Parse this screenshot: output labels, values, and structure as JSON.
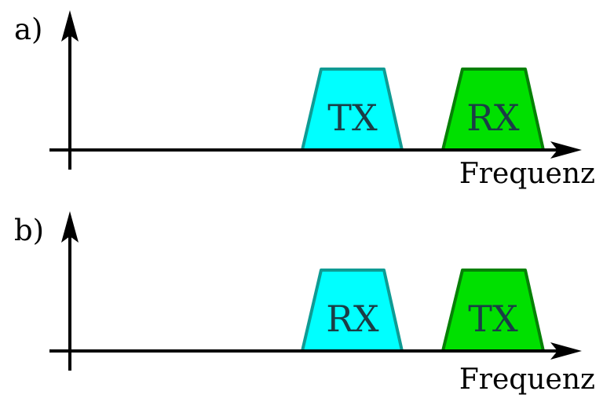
{
  "colors": {
    "axis": "#000000",
    "ink": "#000000",
    "cyan_fill": "#00ffff",
    "cyan_stroke": "#0f9b94",
    "green_fill": "#00e000",
    "green_stroke": "#068006",
    "band_label": "#1b3d46",
    "background": "#ffffff"
  },
  "panels": [
    {
      "label": "a)",
      "axis_label": "Frequenz",
      "bands": [
        {
          "label": "TX",
          "color_role": "cyan"
        },
        {
          "label": "RX",
          "color_role": "green"
        }
      ]
    },
    {
      "label": "b)",
      "axis_label": "Frequenz",
      "bands": [
        {
          "label": "RX",
          "color_role": "cyan"
        },
        {
          "label": "TX",
          "color_role": "green"
        }
      ]
    }
  ]
}
